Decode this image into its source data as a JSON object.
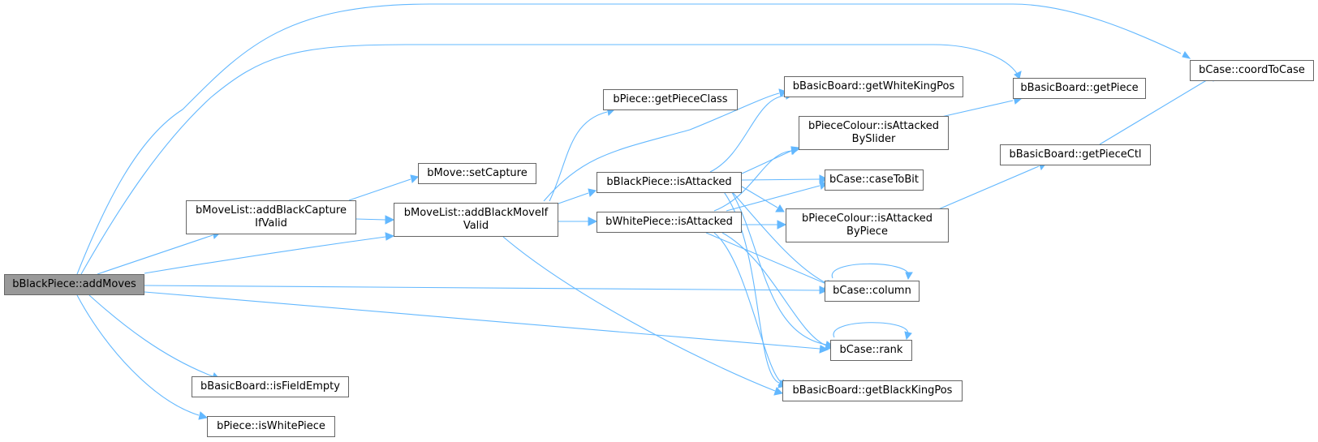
{
  "nodes": {
    "root": "bBlackPiece::addMoves",
    "addBlackCapture": [
      "bMoveList::addBlackCapture",
      "IfValid"
    ],
    "addBlackMove": [
      "bMoveList::addBlackMoveIf",
      "Valid"
    ],
    "setCapture": "bMove::setCapture",
    "getPieceClass": "bPiece::getPieceClass",
    "blackIsAttacked": "bBlackPiece::isAttacked",
    "whiteIsAttacked": "bWhitePiece::isAttacked",
    "getWhiteKingPos": "bBasicBoard::getWhiteKingPos",
    "bySlider": [
      "bPieceColour::isAttacked",
      "BySlider"
    ],
    "caseToBit": "bCase::caseToBit",
    "byPiece": [
      "bPieceColour::isAttacked",
      "ByPiece"
    ],
    "column": "bCase::column",
    "rank": "bCase::rank",
    "getBlackKingPos": "bBasicBoard::getBlackKingPos",
    "getPiece": "bBasicBoard::getPiece",
    "getPieceCtl": "bBasicBoard::getPieceCtl",
    "coordToCase": "bCase::coordToCase",
    "isFieldEmpty": "bBasicBoard::isFieldEmpty",
    "isWhitePiece": "bPiece::isWhitePiece"
  },
  "colors": {
    "edge": "#63b8ff",
    "node_border": "#666666",
    "root_fill": "#999999",
    "node_fill": "#ffffff"
  }
}
